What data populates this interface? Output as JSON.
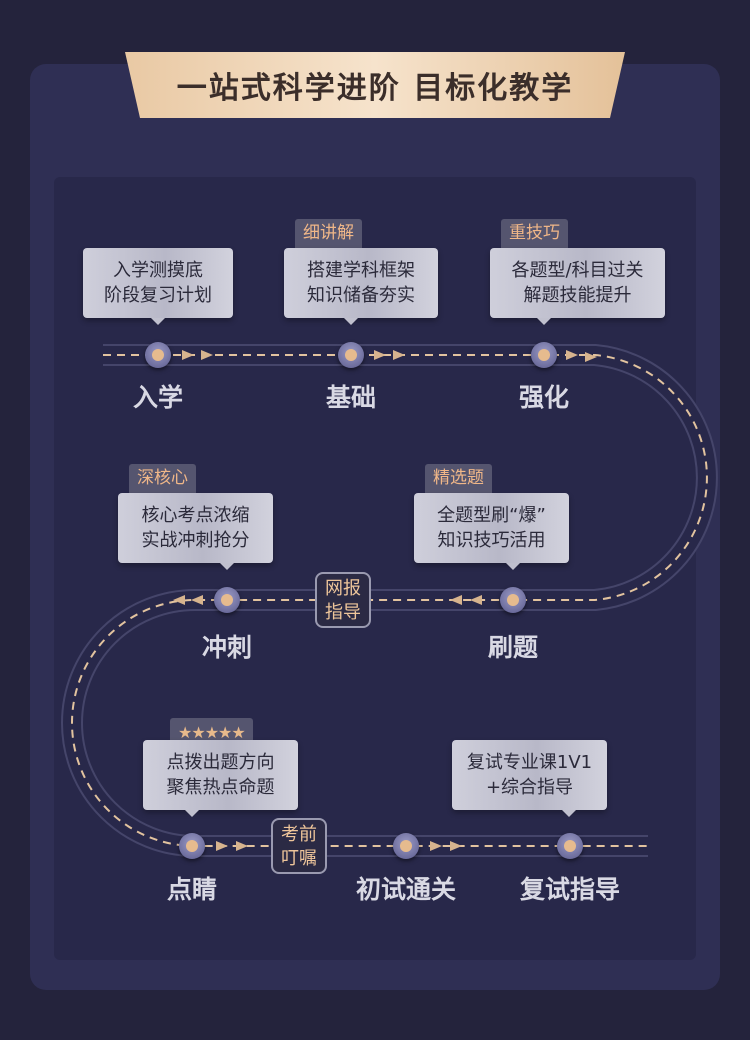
{
  "title": "一站式科学进阶 目标化教学",
  "stages": [
    {
      "label": "入学",
      "lines": [
        "入学测摸底",
        "阶段复习计划"
      ],
      "badge": null
    },
    {
      "label": "基础",
      "lines": [
        "搭建学科框架",
        "知识储备夯实"
      ],
      "badge": "细讲解"
    },
    {
      "label": "强化",
      "lines": [
        "各题型/科目过关",
        "解题技能提升"
      ],
      "badge": "重技巧"
    },
    {
      "label": "刷题",
      "lines": [
        "全题型刷“爆”",
        "知识技巧活用"
      ],
      "badge": "精选题"
    },
    {
      "label": "冲刺",
      "lines": [
        "核心考点浓缩",
        "实战冲刺抢分"
      ],
      "badge": "深核心"
    },
    {
      "label": "点睛",
      "lines": [
        "点拨出题方向",
        "聚焦热点命题"
      ],
      "badge": "★★★★★"
    },
    {
      "label": "初试通关",
      "lines": [],
      "badge": null
    },
    {
      "label": "复试指导",
      "lines": [
        "复试专业课1V1",
        "+综合指导"
      ],
      "badge": null
    }
  ],
  "tags": [
    {
      "lines": [
        "网报",
        "指导"
      ]
    },
    {
      "lines": [
        "考前",
        "叮嘱"
      ]
    }
  ],
  "colors": {
    "accent": "#e6bb8e",
    "background": "#2f2f54"
  }
}
